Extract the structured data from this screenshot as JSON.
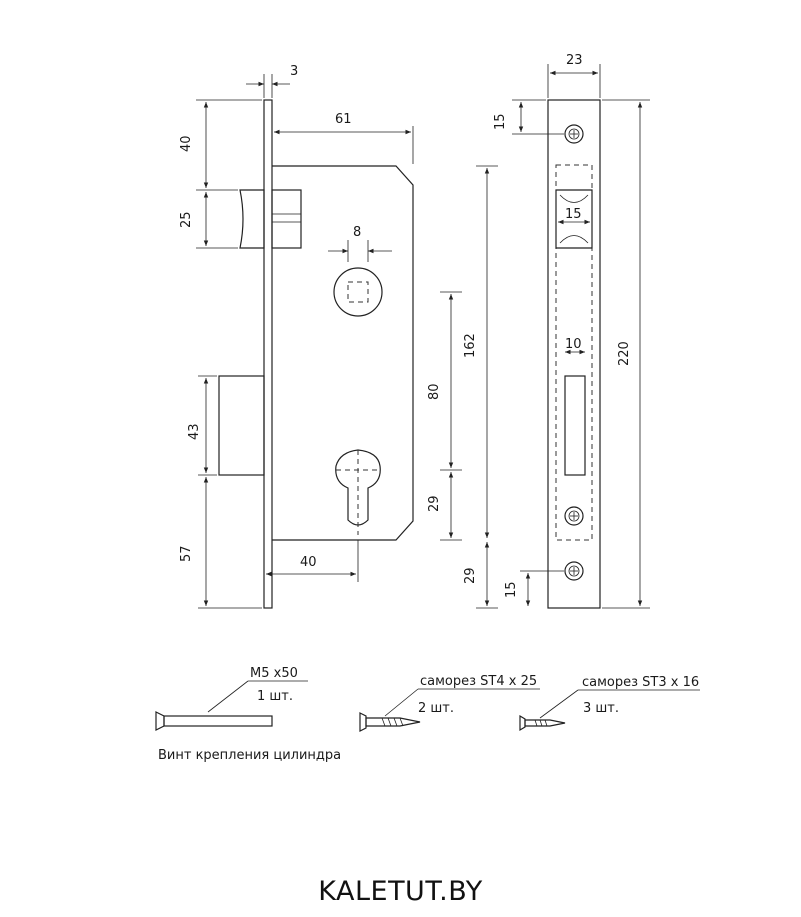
{
  "dimensions": {
    "faceplate_thickness": "3",
    "body_depth": "61",
    "top_to_latch": "40",
    "latch_height": "25",
    "handle_spindle": "8",
    "bolt_height": "43",
    "bolt_to_bottom": "57",
    "backset": "40",
    "handle_to_cylinder": "80",
    "cylinder_to_bottom": "29",
    "body_height": "162",
    "bottom_margin": "29",
    "strike_width": "23",
    "strike_top_hole": "15",
    "latch_opening": "15",
    "bolt_opening": "10",
    "strike_height": "220",
    "strike_bottom_hole": "15"
  },
  "accessories": [
    {
      "name": "M5 x50",
      "qty": "1 шт.",
      "caption": "Винт крепления цилиндра"
    },
    {
      "name": "саморез ST4 x 25",
      "qty": "2 шт."
    },
    {
      "name": "саморез ST3 x 16",
      "qty": "3 шт."
    }
  ],
  "brand": "KALETUT.BY"
}
